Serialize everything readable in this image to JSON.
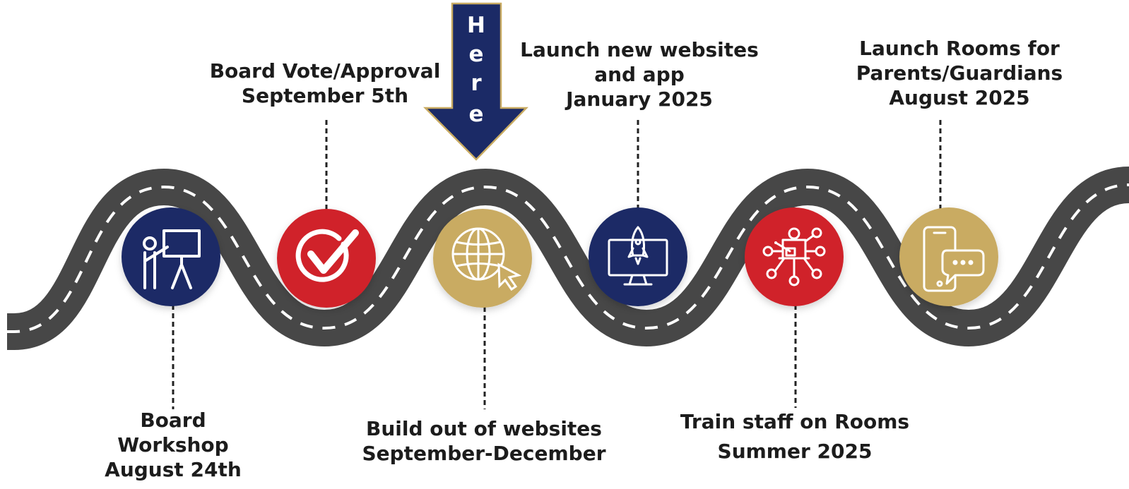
{
  "marker": {
    "letters": [
      "H",
      "e",
      "r",
      "e"
    ]
  },
  "milestones": [
    {
      "lines": [
        "Board",
        "Workshop",
        "August 24th"
      ],
      "icon": "presentation-board-icon",
      "color": "#1b2a66"
    },
    {
      "lines": [
        "Board Vote/Approval",
        "September 5th"
      ],
      "icon": "checkmark-icon",
      "color": "#d0232a"
    },
    {
      "lines": [
        "Build out of websites",
        "September-December"
      ],
      "icon": "globe-cursor-icon",
      "color": "#c9ab62"
    },
    {
      "lines": [
        "Launch new websites",
        "and app",
        "January 2025"
      ],
      "icon": "rocket-monitor-icon",
      "color": "#1b2a66"
    },
    {
      "lines": [
        "Train staff on Rooms",
        "Summer 2025"
      ],
      "icon": "trainer-network-icon",
      "color": "#d0232a"
    },
    {
      "lines": [
        "Launch Rooms for",
        "Parents/Guardians",
        "August 2025"
      ],
      "icon": "phone-chat-icon",
      "color": "#c9ab62"
    }
  ],
  "colors": {
    "road": "#474747",
    "road_marking": "#ffffff",
    "marker": "#1b2a66",
    "marker_border": "#c9ab62",
    "text": "#1c1c1c"
  }
}
